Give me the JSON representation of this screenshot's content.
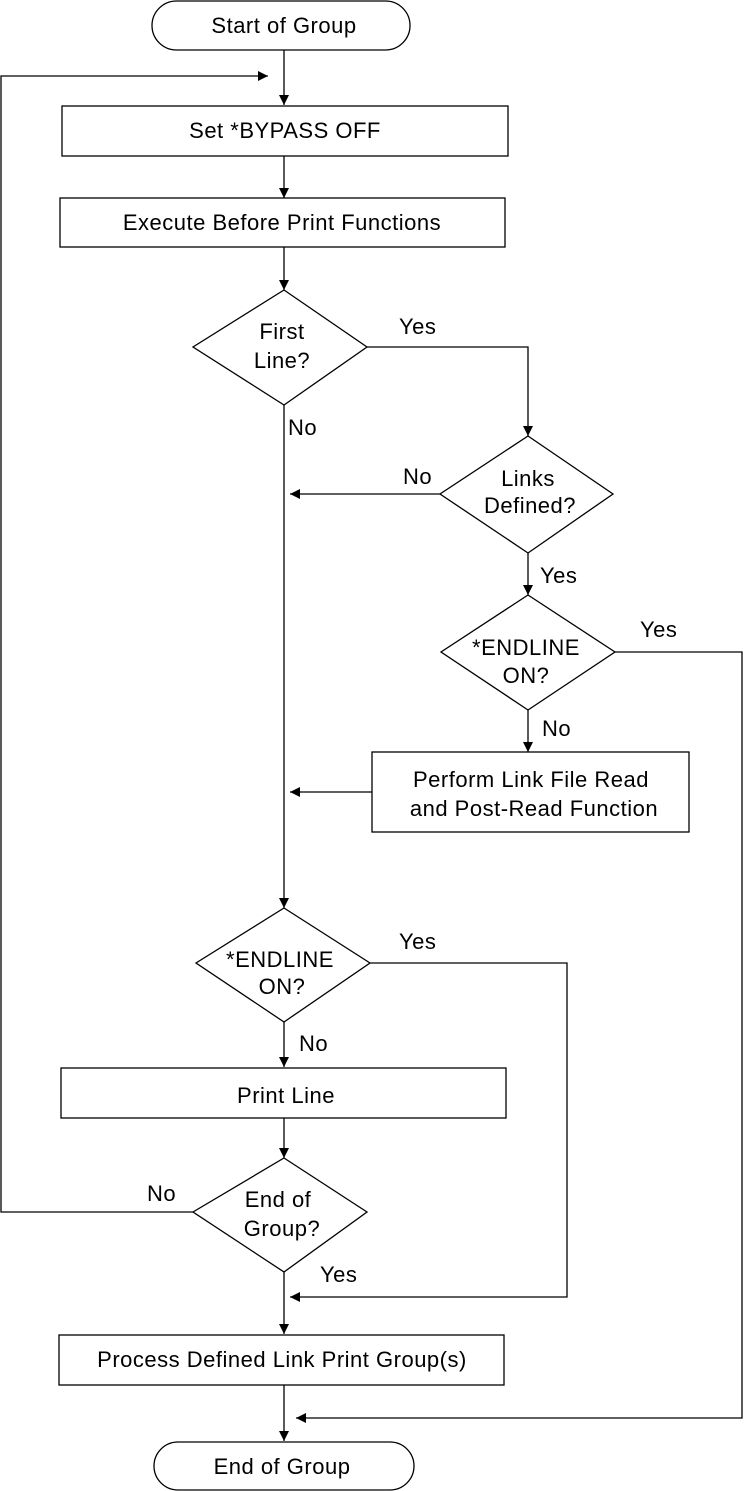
{
  "nodes": {
    "start": "Start of Group",
    "set_bypass": "Set *BYPASS OFF",
    "exec_before": "Execute Before Print Functions",
    "first_line_1": "First",
    "first_line_2": "Line?",
    "links_defined_1": "Links",
    "links_defined_2": "Defined?",
    "endline_a_1": "*ENDLINE",
    "endline_a_2": "ON?",
    "perform_read_1": "Perform Link File Read",
    "perform_read_2": "and Post-Read Function",
    "endline_b_1": "*ENDLINE",
    "endline_b_2": "ON?",
    "print_line": "Print Line",
    "end_of_group_q_1": "End of",
    "end_of_group_q_2": "Group?",
    "process_links": "Process Defined Link Print Group(s)",
    "end": "End of Group"
  },
  "edge_labels": {
    "first_yes": "Yes",
    "first_no": "No",
    "links_no": "No",
    "links_yes": "Yes",
    "endline_a_yes": "Yes",
    "endline_a_no": "No",
    "endline_b_yes": "Yes",
    "endline_b_no": "No",
    "eog_no": "No",
    "eog_yes": "Yes"
  },
  "colors": {
    "stroke": "#000000",
    "background": "#ffffff"
  }
}
